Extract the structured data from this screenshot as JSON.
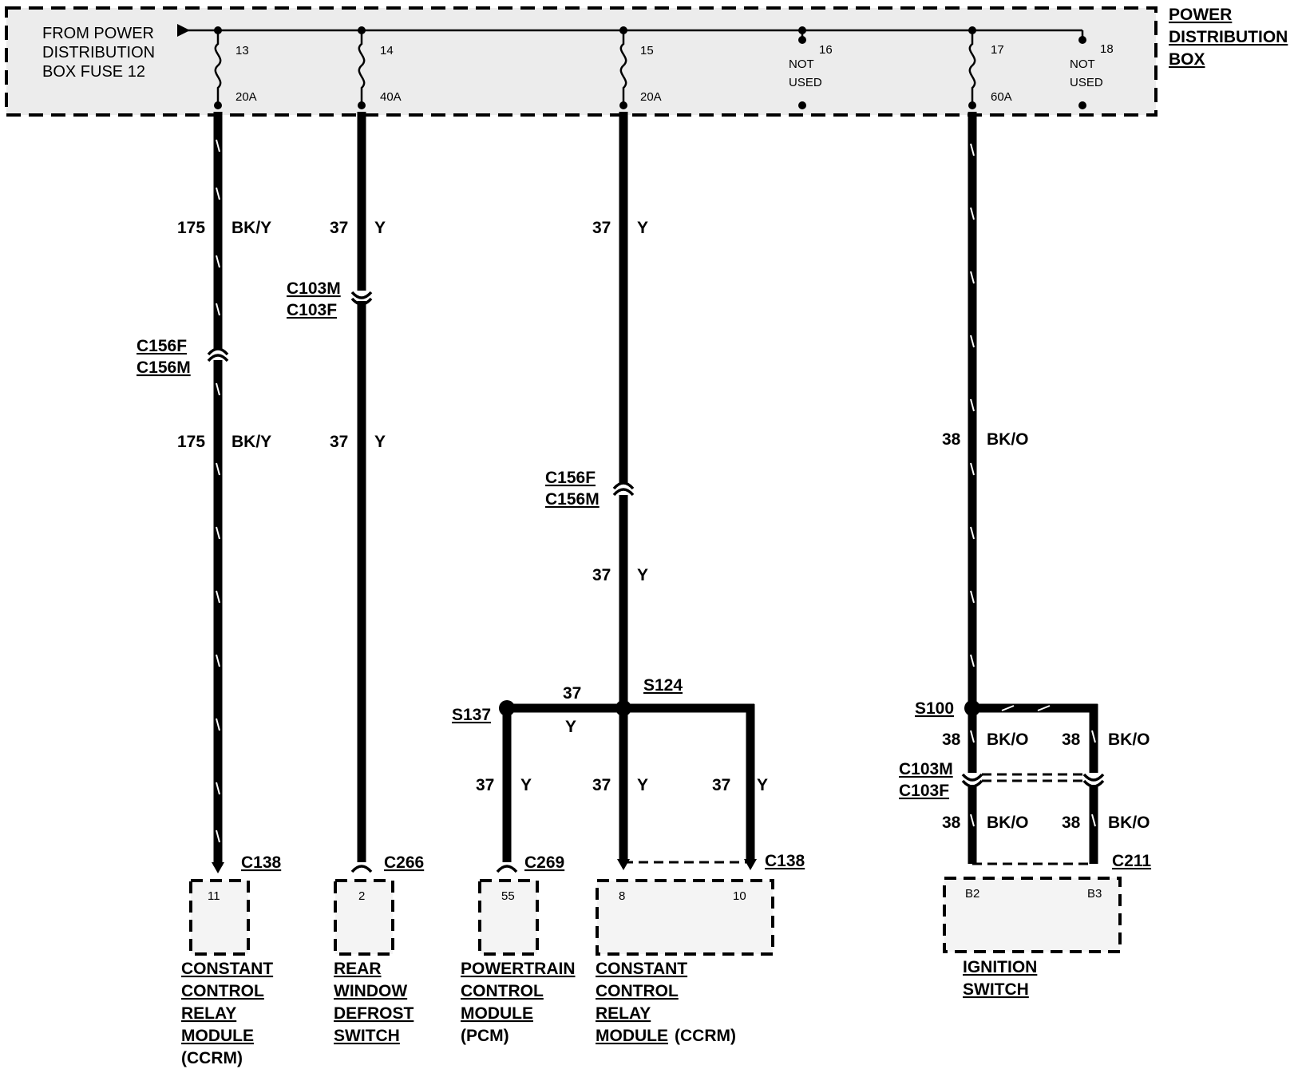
{
  "pdb": {
    "title": [
      "POWER",
      "DISTRIBUTION",
      "BOX"
    ],
    "from": [
      "FROM POWER",
      "DISTRIBUTION",
      "BOX FUSE 12"
    ],
    "fuses": [
      {
        "num": "13",
        "amp": "20A"
      },
      {
        "num": "14",
        "amp": "40A"
      },
      {
        "num": "15",
        "amp": "20A"
      },
      {
        "num": "16",
        "status": [
          "NOT",
          "USED"
        ]
      },
      {
        "num": "17",
        "amp": "60A"
      },
      {
        "num": "18",
        "status": [
          "NOT",
          "USED"
        ]
      }
    ]
  },
  "wires": {
    "w175": {
      "circuit": "175",
      "color": "BK/Y"
    },
    "w37": {
      "circuit": "37",
      "color": "Y"
    },
    "w38": {
      "circuit": "38",
      "color": "BK/O"
    }
  },
  "connectors": {
    "c156": [
      "C156F",
      "C156M"
    ],
    "c103_a": [
      "C103M",
      "C103F"
    ],
    "c103_b": [
      "C103M",
      "C103F"
    ],
    "c138_a": "C138",
    "c266": "C266",
    "c269": "C269",
    "c138_b": "C138",
    "c211": "C211"
  },
  "splices": {
    "s137": "S137",
    "s124": "S124",
    "s100": "S100"
  },
  "pins": {
    "p11": "11",
    "p2": "2",
    "p55": "55",
    "p8": "8",
    "p10": "10",
    "pb2": "B2",
    "pb3": "B3"
  },
  "components": {
    "ccrm_1": [
      "CONSTANT",
      "CONTROL",
      "RELAY",
      "MODULE",
      "(CCRM)"
    ],
    "defrost": [
      "REAR",
      "WINDOW",
      "DEFROST",
      "SWITCH"
    ],
    "pcm": [
      "POWERTRAIN",
      "CONTROL",
      "MODULE",
      "(PCM)"
    ],
    "ccrm_2": [
      "CONSTANT",
      "CONTROL",
      "RELAY",
      "MODULE",
      "(CCRM)"
    ],
    "ignition": [
      "IGNITION",
      "SWITCH"
    ]
  }
}
